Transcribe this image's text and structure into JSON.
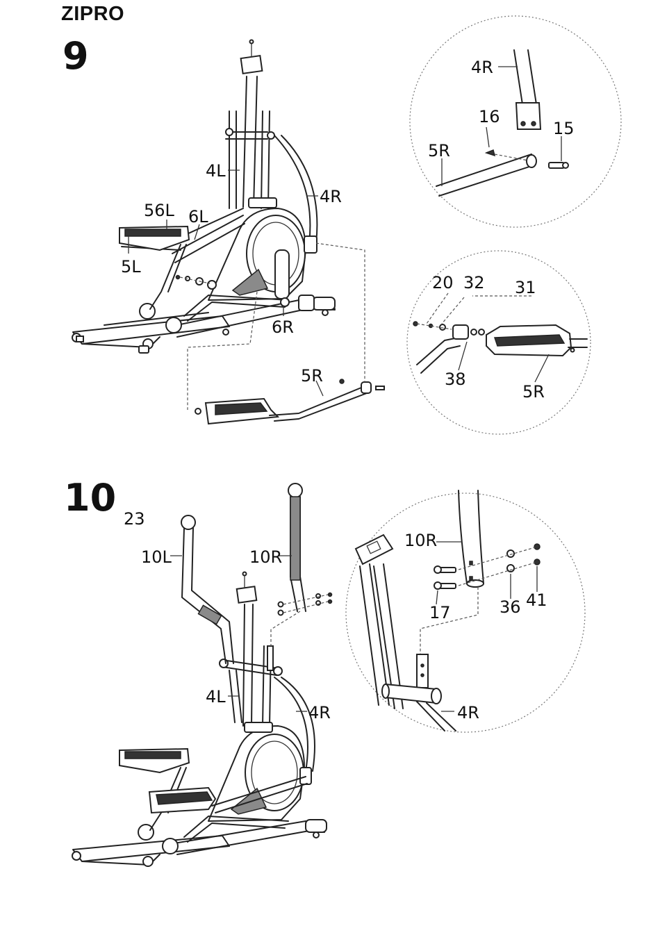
{
  "brand": "ZIPRO",
  "step9": {
    "number": "9",
    "labels": {
      "l4L": "4L",
      "l4R": "4R",
      "l56L": "56L",
      "l6L": "6L",
      "l5L": "5L",
      "l6R": "6R",
      "l5R": "5R",
      "d1_4R": "4R",
      "d1_16": "16",
      "d1_15": "15",
      "d1_5R": "5R",
      "d2_20": "20",
      "d2_32": "32",
      "d2_31": "31",
      "d2_38": "38",
      "d2_5R": "5R"
    }
  },
  "step10": {
    "number": "10",
    "labels": {
      "l23": "23",
      "l10L": "10L",
      "l10R": "10R",
      "l4L": "4L",
      "l4R": "4R",
      "d_10R": "10R",
      "d_17": "17",
      "d_36": "36",
      "d_41": "41",
      "d_4R": "4R"
    }
  }
}
